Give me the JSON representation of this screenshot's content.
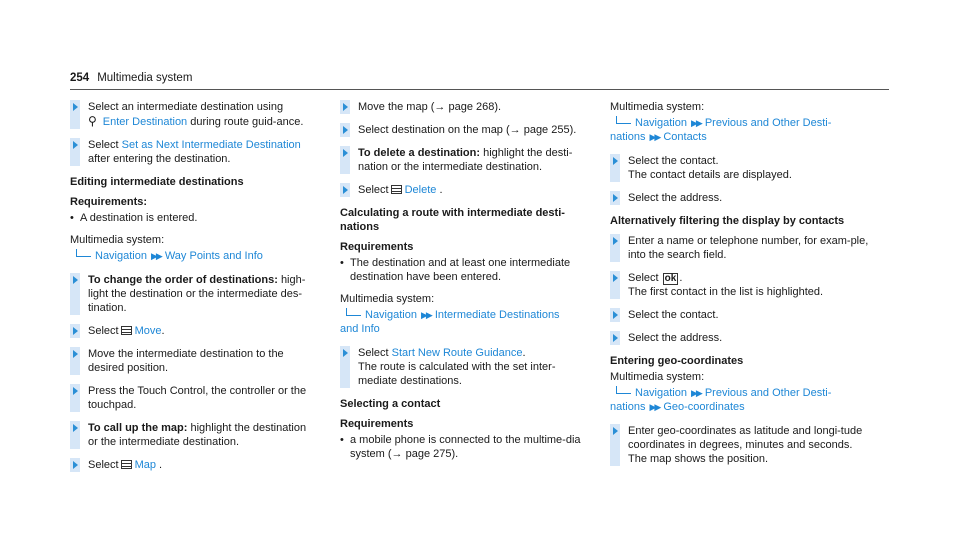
{
  "header": {
    "page_number": "254",
    "section": "Multimedia system"
  },
  "col1": {
    "s1": {
      "pre": "Select an intermediate destination using",
      "link": "Enter Destination",
      "post": "during route guid-ance."
    },
    "s2": {
      "pre": "Select",
      "link": "Set as Next Intermediate Destination",
      "post": "after entering the destination."
    },
    "h_editing": "Editing intermediate destinations",
    "req_label": "Requirements:",
    "req1": "A destination is entered.",
    "mm_label": "Multimedia system:",
    "path_nav": "Navigation",
    "path_way": "Way Points and Info",
    "s3": {
      "bold": "To change the order of destinations:",
      "text": "high-light the destination or the intermediate des-tination."
    },
    "s4": {
      "pre": "Select",
      "link": "Move",
      "post": "."
    },
    "s5": "Move the intermediate destination to the desired position.",
    "s6": "Press the Touch Control, the controller or the touchpad.",
    "s7": {
      "bold": "To call up the map:",
      "text": "highlight the destination or the intermediate destination."
    },
    "s8": {
      "pre": "Select",
      "link": "Map",
      "post": "."
    }
  },
  "col2": {
    "s1": "Move the map (→ page 268).",
    "s2": "Select destination on the map (→ page 255).",
    "s3": {
      "bold": "To delete a destination:",
      "text": "highlight the desti-nation or the intermediate destination."
    },
    "s4": {
      "pre": "Select",
      "link": "Delete",
      "post": "."
    },
    "h_calc": "Calculating a route with intermediate desti-nations",
    "req_label": "Requirements",
    "req1": "The destination and at least one intermediate destination have been entered.",
    "mm_label": "Multimedia system:",
    "path_nav": "Navigation",
    "path_inter": "Intermediate Destinations",
    "path_inter_cont": "and Info",
    "s5": {
      "pre": "Select",
      "link": "Start New Route Guidance",
      "post": ".",
      "text": "The route is calculated with the set inter-mediate destinations."
    },
    "h_contact": "Selecting a contact",
    "req2_label": "Requirements",
    "req2": "a mobile phone is connected to the multime-dia system (→ page 275)."
  },
  "col3": {
    "mm_label": "Multimedia system:",
    "path_nav": "Navigation",
    "path_prev": "Previous and Other Desti-",
    "path_prev_cont": "nations",
    "path_contacts": "Contacts",
    "s1": {
      "l1": "Select the contact.",
      "l2": "The contact details are displayed."
    },
    "s2": "Select the address.",
    "h_filter": "Alternatively filtering the display by contacts",
    "s3": "Enter a name or telephone number, for exam-ple, into the search field.",
    "s4": {
      "pre": "Select",
      "ok": "ok",
      "post": ".",
      "text": "The first contact in the list is highlighted."
    },
    "s5": "Select the contact.",
    "s6": "Select the address.",
    "h_geo": "Entering geo-coordinates",
    "mm2_label": "Multimedia system:",
    "path2_nav": "Navigation",
    "path2_prev": "Previous and Other Desti-",
    "path2_prev_cont": "nations",
    "path2_geo": "Geo-coordinates",
    "s7": "Enter geo-coordinates as latitude and longi-tude coordinates in degrees, minutes and seconds.",
    "s7b": "The map shows the position."
  }
}
